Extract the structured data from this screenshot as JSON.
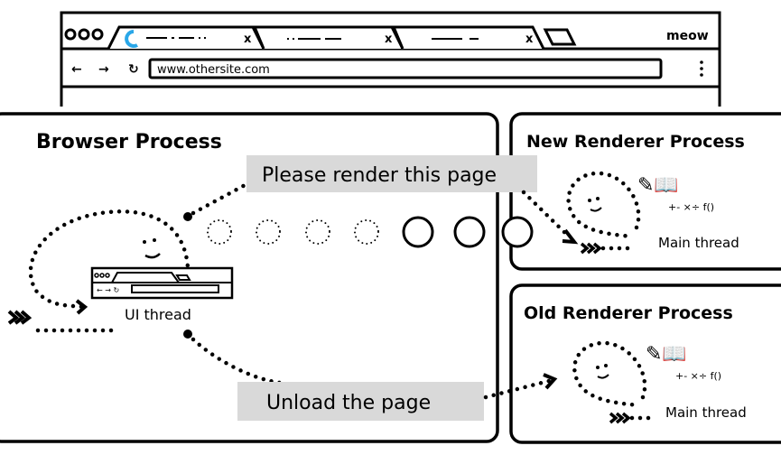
{
  "browser_window": {
    "title_label": "meow",
    "address": "www.othersite.com",
    "tabs": [
      {
        "state": "loading"
      },
      {
        "state": "idle"
      },
      {
        "state": "idle"
      }
    ]
  },
  "browser_process": {
    "title": "Browser Process",
    "thread_label": "UI thread"
  },
  "new_renderer": {
    "title": "New Renderer Process",
    "thread_label": "Main thread"
  },
  "old_renderer": {
    "title": "Old Renderer Process",
    "thread_label": "Main thread"
  },
  "messages": {
    "render": "Please render this page",
    "unload": "Unload the page"
  },
  "colors": {
    "label_bg": "#d9d9d9",
    "spinner": "#2aa7e8",
    "stroke": "#000000"
  }
}
